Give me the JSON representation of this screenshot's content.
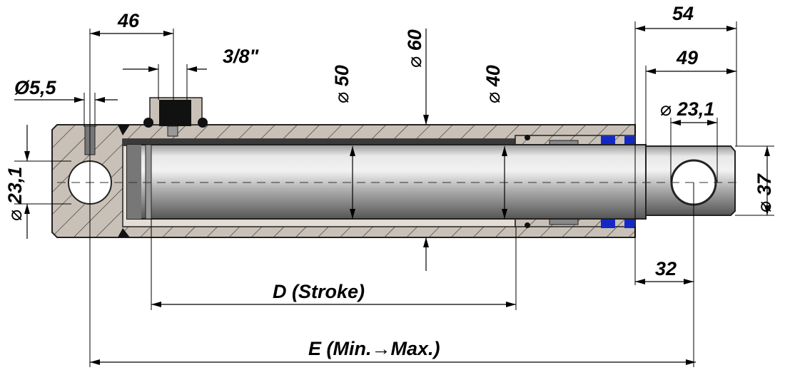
{
  "drawing": {
    "title": "Hydraulic cylinder dimension drawing",
    "dimensions": {
      "port_spacing": "46",
      "port_thread": "3/8\"",
      "grease_hole": "Ø5,5",
      "rod_dia": "50",
      "tube_dia": "60",
      "rod_end_dia_inner": "40",
      "rod_end_length_total": "54",
      "rod_end_length": "49",
      "rod_pin_hole": "23,1",
      "base_pin_hole": "23,1",
      "rod_end_dia": "37",
      "rod_hole_offset": "32",
      "stroke": "D (Stroke)",
      "overall": "E (Min.→Max.)"
    },
    "colors": {
      "body": "#c8c0b6",
      "seal": "#1428c8",
      "rod": "#b8b8b8"
    }
  }
}
